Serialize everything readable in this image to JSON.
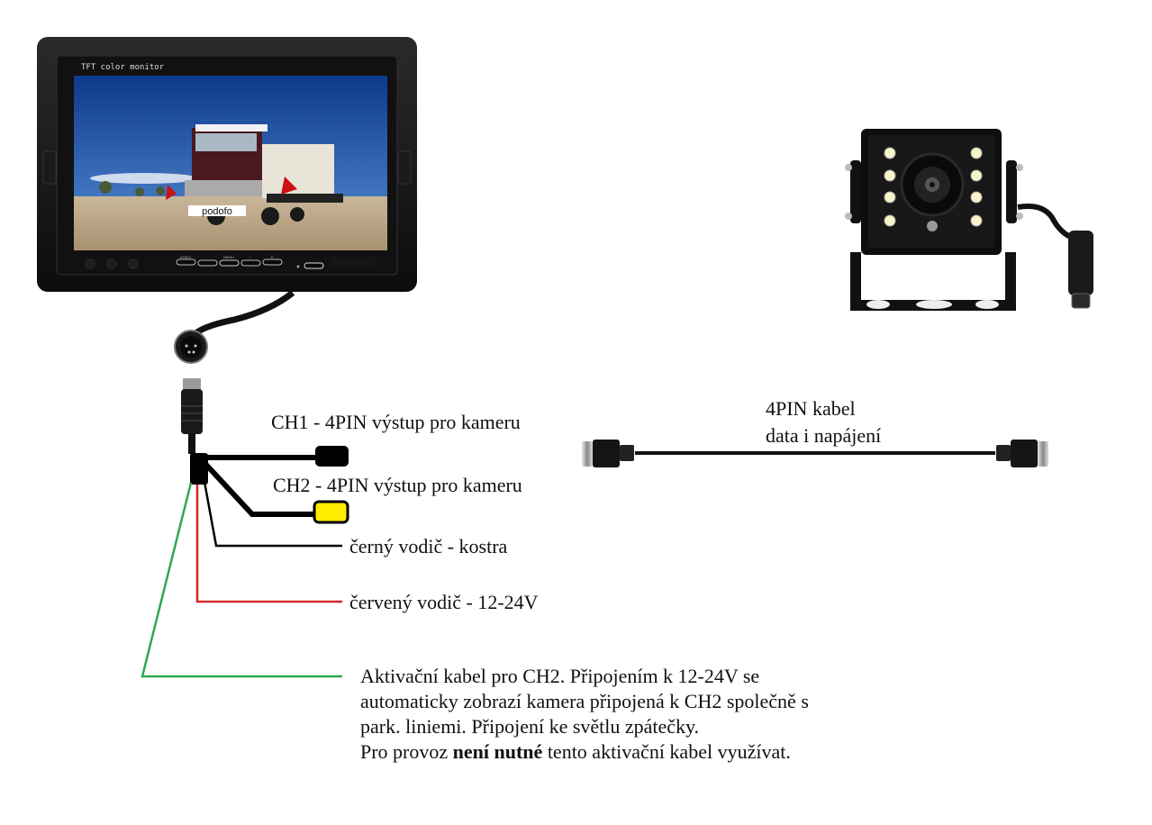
{
  "monitor": {
    "brand_text": "TFT color monitor",
    "screen_watermark": "podofo",
    "buttons": [
      "VIDEO",
      "",
      "MENU",
      "-",
      "+",
      ""
    ]
  },
  "labels": {
    "ch1": "CH1 - 4PIN výstup pro kameru",
    "ch2": "CH2 - 4PIN výstup pro kameru",
    "black_wire": "černý vodič - kostra",
    "red_wire": "červený vodič - 12-24V",
    "cable_line1": "4PIN kabel",
    "cable_line2": "data i napájení"
  },
  "note": {
    "line1": "Aktivační kabel pro CH2. Připojením k 12-24V se",
    "line2": "automaticky zobrazí kamera připojená k CH2 společně s",
    "line3": "park. liniemi. Připojení ke světlu zpátečky.",
    "line4_prefix": "Pro provoz ",
    "line4_bold": "není nutné",
    "line4_suffix": " tento aktivační kabel využívat."
  },
  "colors": {
    "black_wire": "#000000",
    "red_wire": "#d42a2a",
    "green_wire": "#2fa84f",
    "ch2_connector": "#ffee00"
  }
}
